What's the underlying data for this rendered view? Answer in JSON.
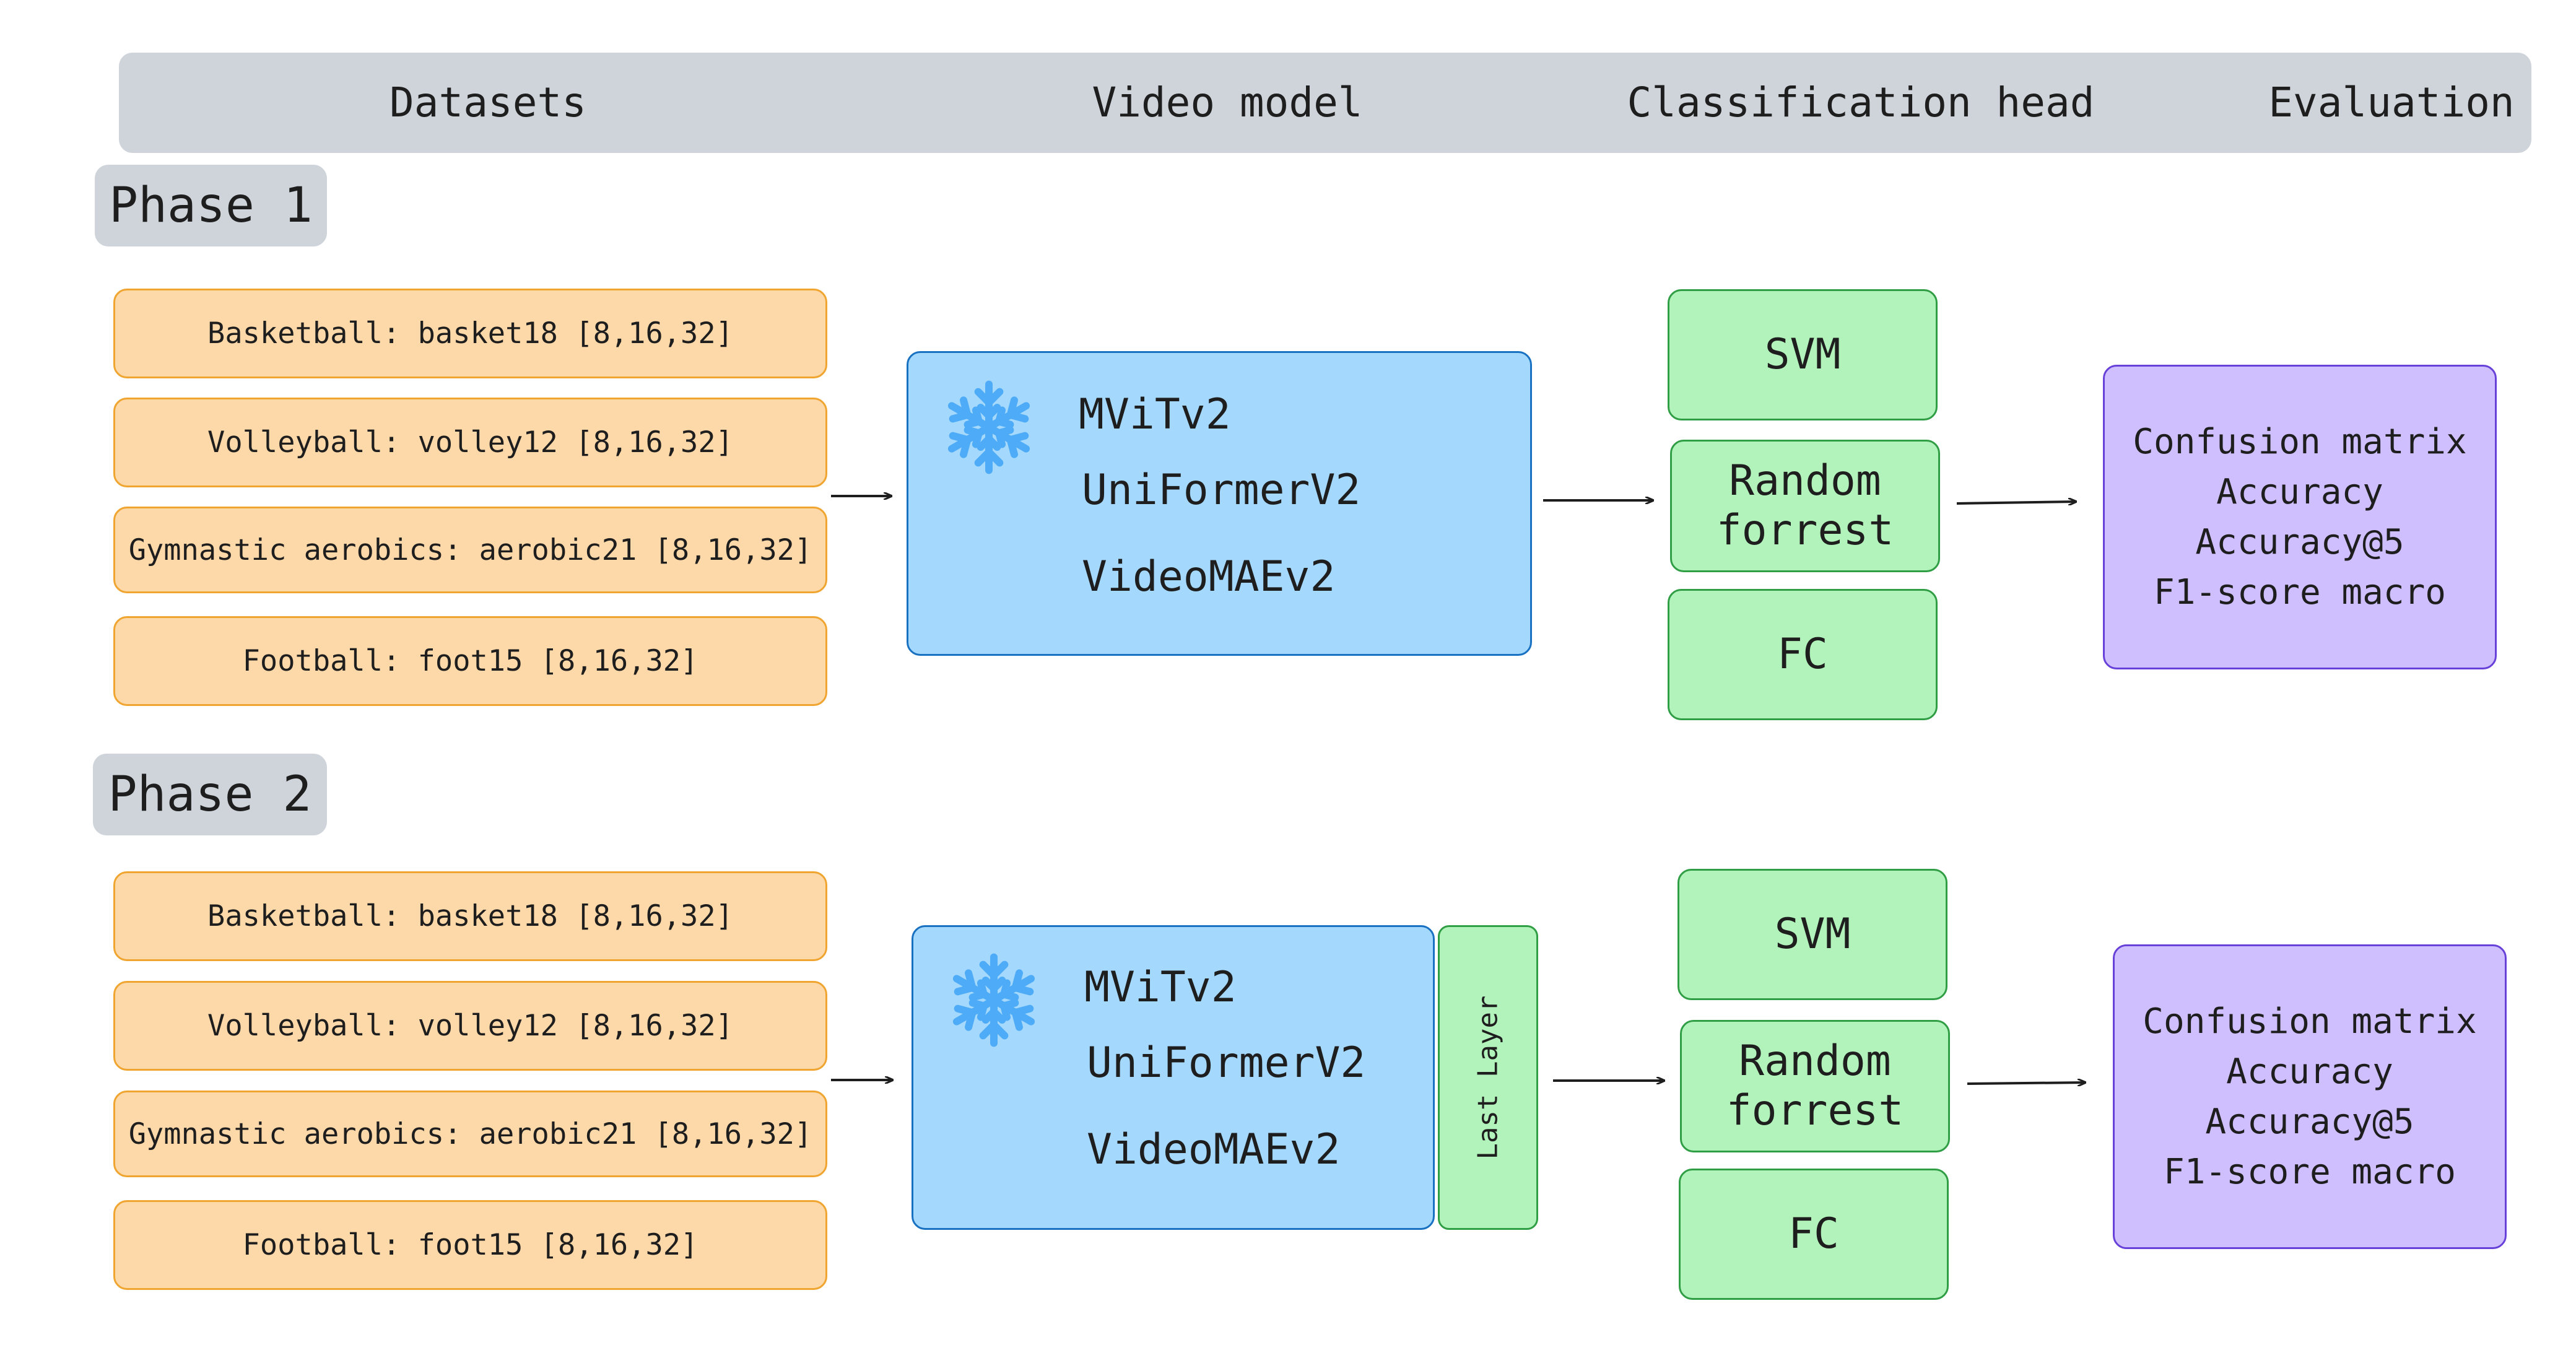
{
  "header": {
    "col_datasets": "Datasets",
    "col_model": "Video model",
    "col_head": "Classification head",
    "col_eval": "Evaluation"
  },
  "phases": [
    {
      "label": "Phase 1",
      "datasets": [
        "Basketball: basket18 [8,16,32]",
        "Volleyball: volley12 [8,16,32]",
        "Gymnastic aerobics: aerobic21 [8,16,32]",
        "Football: foot15 [8,16,32]"
      ],
      "models": [
        "MViTv2",
        "UniFormerV2",
        "VideoMAEv2"
      ],
      "model_frozen_icon": "snowflake-icon",
      "heads": [
        "SVM",
        "Random\nforrest",
        "FC"
      ],
      "metrics": [
        "Confusion matrix",
        "Accuracy",
        "Accuracy@5",
        "F1-score macro"
      ]
    },
    {
      "label": "Phase 2",
      "datasets": [
        "Basketball: basket18 [8,16,32]",
        "Volleyball: volley12 [8,16,32]",
        "Gymnastic aerobics: aerobic21 [8,16,32]",
        "Football: foot15 [8,16,32]"
      ],
      "models": [
        "MViTv2",
        "UniFormerV2",
        "VideoMAEv2"
      ],
      "model_frozen_icon": "snowflake-icon",
      "last_layer": "Last Layer",
      "heads": [
        "SVM",
        "Random\nforrest",
        "FC"
      ],
      "metrics": [
        "Confusion matrix",
        "Accuracy",
        "Accuracy@5",
        "F1-score macro"
      ]
    }
  ],
  "colors": {
    "header_bg": "#ced4da",
    "dataset_fill": "#fdd8a8",
    "dataset_stroke": "#f0a530",
    "model_fill": "#a5d8fd",
    "model_stroke": "#1971c2",
    "head_fill": "#b2f2bb",
    "head_stroke": "#2f9e44",
    "eval_fill": "#d0bfff",
    "eval_stroke": "#6741d9",
    "snowflake": "#4dabf7"
  }
}
